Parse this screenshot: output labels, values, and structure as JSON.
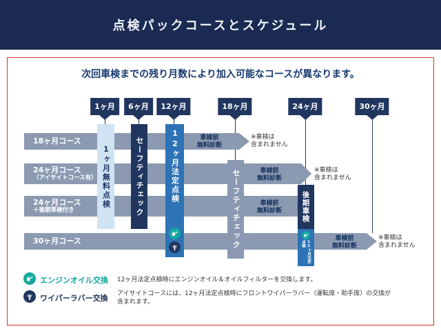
{
  "header": {
    "title": "点検パックコースとスケジュール"
  },
  "intro": {
    "text": "次回車検までの残り月数により加入可能なコースが異なります。"
  },
  "timeline": {
    "milestones": [
      {
        "label": "1ヶ月"
      },
      {
        "label": "6ヶ月"
      },
      {
        "label": "12ヶ月"
      },
      {
        "label": "18ヶ月"
      },
      {
        "label": "24ヶ月"
      },
      {
        "label": "30ヶ月"
      }
    ]
  },
  "courses": [
    {
      "name": "18ヶ月コース",
      "diagnosis": "車検前\n無料診断",
      "note": "※車検は\n含まれません"
    },
    {
      "name": "24ヶ月コース",
      "subname": "（アイサイトコース有）",
      "diagnosis": "車検前\n無料診断",
      "note": "※車検は\n含まれません"
    },
    {
      "name": "24ヶ月コース",
      "subname": "＋後期車検付き",
      "diagnosis": "車検前\n無料診断"
    },
    {
      "name": "30ヶ月コース",
      "diagnosis": "車検前\n無料診断",
      "note": "※車検は\n含まれません"
    }
  ],
  "bars": {
    "first_month_free": "1ヶ月無料点検",
    "safety_check_early": "セーフティチェック",
    "legal_12m": "12ヶ月法定点検",
    "safety_check_18m": "セーフティチェック",
    "late_term_shaken": "後期車検",
    "legal_12m_late": "12ヶ月法定点検"
  },
  "legend": [
    {
      "title": "エンジンオイル交換",
      "desc": "12ヶ月法定点検時にエンジンオイル＆オイルフィルターを交換します。",
      "icon": "engine-oil-icon"
    },
    {
      "title": "ワイパーラバー交換",
      "desc": "アイサイトコースには、12ヶ月法定点検時にフロントワイパーラバー（運転席・助手席）の交換が\n含まれます。",
      "icon": "wiper-icon"
    }
  ],
  "colors": {
    "header_navy": "#1a2a52",
    "navy": "#20365f",
    "blue": "#2d73b6",
    "light_blue": "#cfe3f3",
    "gray_blue": "#8b9ab1",
    "teal": "#14a79e",
    "frame_red": "#cf2e2e"
  }
}
